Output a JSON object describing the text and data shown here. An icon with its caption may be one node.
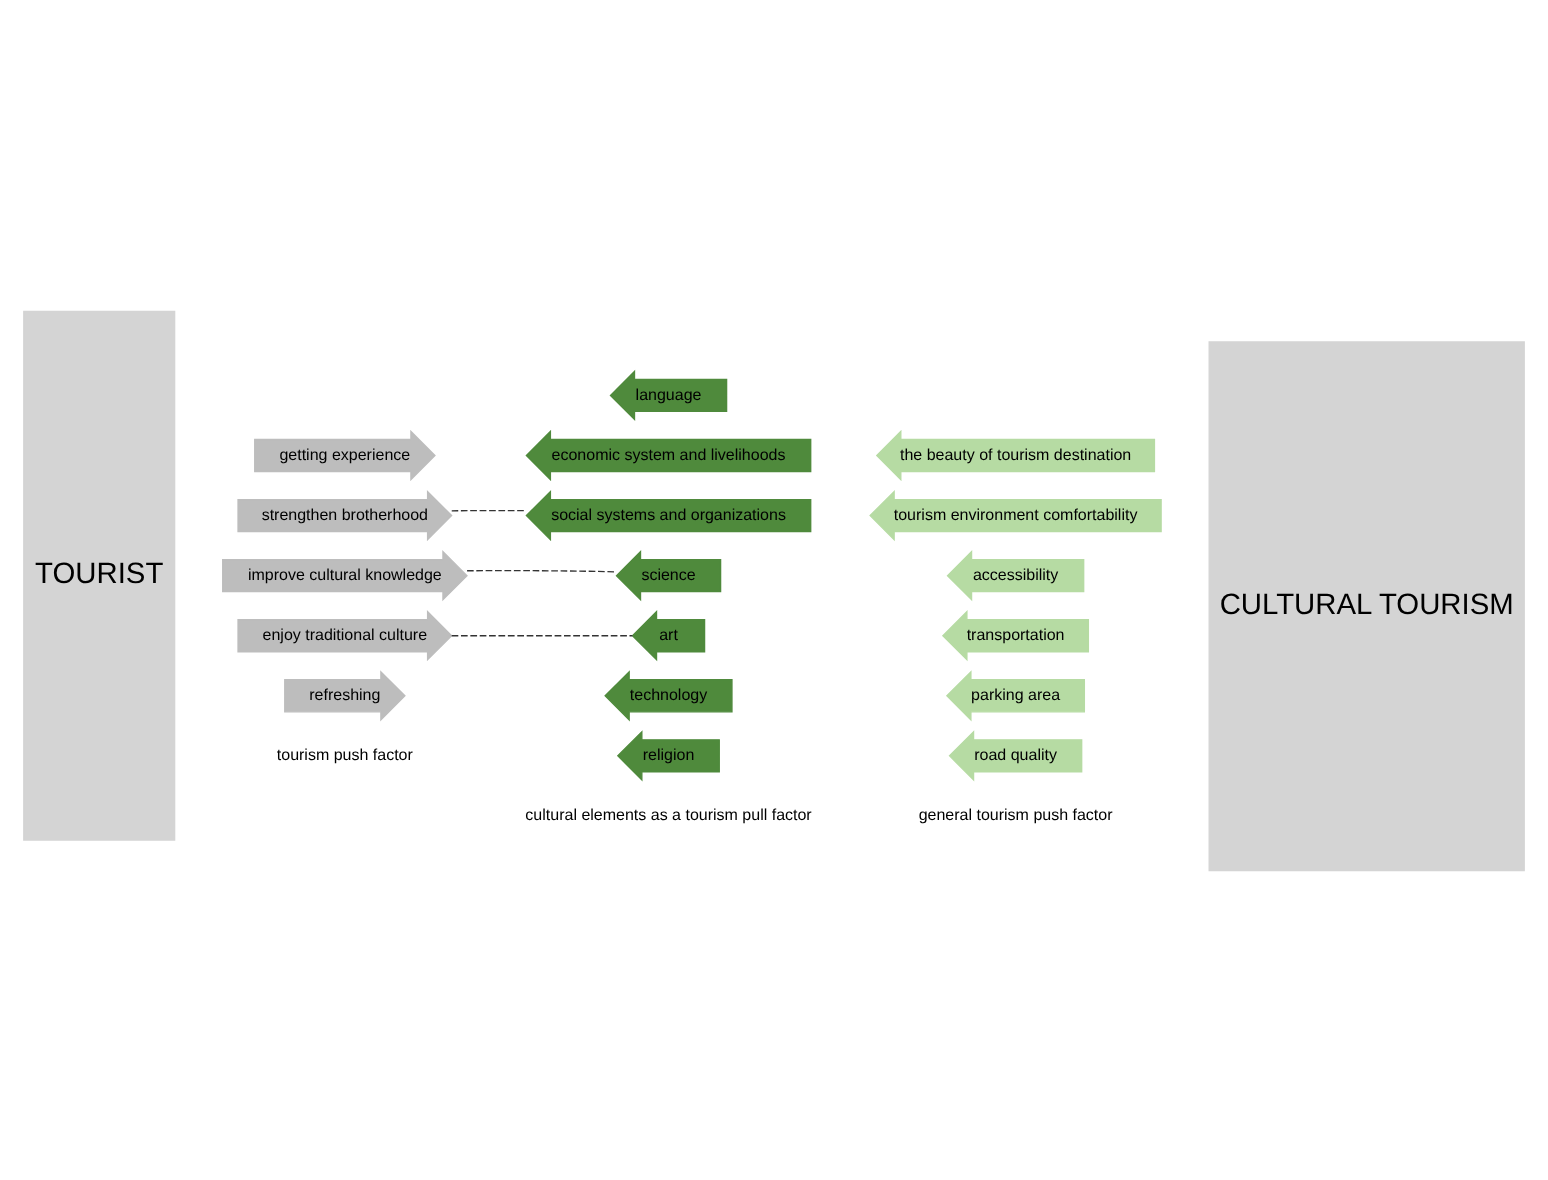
{
  "diagram": {
    "nodes": [
      {
        "text": [
          "TOURIST"
        ]
      },
      {
        "text": [
          "getting experience"
        ]
      },
      {
        "text": [
          "strengthen brotherhood"
        ]
      },
      {
        "text": [
          "improve cultural knowledge"
        ]
      },
      {
        "text": [
          "enjoy traditional culture"
        ]
      },
      {
        "text": [
          "refreshing"
        ]
      },
      {
        "text": [
          "language"
        ]
      },
      {
        "text": [
          "economic system and livelihoods"
        ]
      },
      {
        "text": [
          "social systems and organizations"
        ]
      },
      {
        "text": [
          "science"
        ]
      },
      {
        "text": [
          "art"
        ]
      },
      {
        "text": [
          "technology"
        ]
      },
      {
        "text": [
          "religion"
        ]
      },
      {
        "text": [
          "the beauty of tourism destination"
        ]
      },
      {
        "text": [
          "tourism environment comfortability"
        ]
      },
      {
        "text": [
          "accessibility"
        ]
      },
      {
        "text": [
          "transportation"
        ]
      },
      {
        "text": [
          "parking area"
        ]
      },
      {
        "text": [
          "road quality"
        ]
      },
      {
        "text": [
          "CULTURAL TOURISM"
        ]
      }
    ],
    "edges": [
      {
        "from": 2,
        "to": 8,
        "arrow": "none",
        "style": "dashed"
      },
      {
        "from": 3,
        "to": 9,
        "arrow": "none",
        "style": "dashed"
      },
      {
        "from": 4,
        "to": 10,
        "arrow": "none",
        "style": "dashed"
      }
    ],
    "labels": [
      "tourism push factor",
      "cultural elements as a tourism pull factor",
      "general tourism push factor"
    ]
  }
}
